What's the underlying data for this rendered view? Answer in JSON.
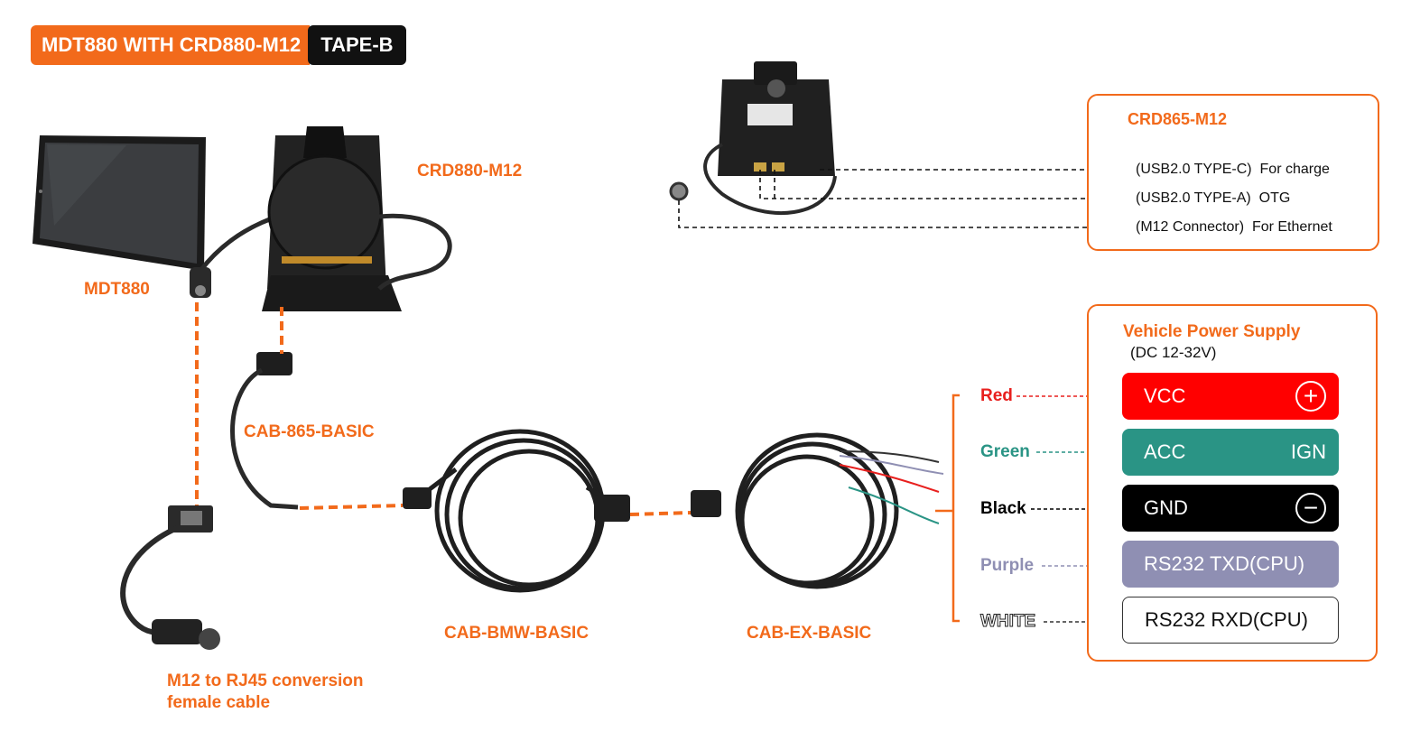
{
  "header": {
    "title": "MDT880 WITH CRD880-M12",
    "tag": "TAPE-B"
  },
  "devices": {
    "tablet": "MDT880",
    "cradle": "CRD880-M12",
    "cab865": "CAB-865-BASIC",
    "bmw": "CAB-BMW-BASIC",
    "ex": "CAB-EX-BASIC",
    "m12_line1": "M12 to RJ45 conversion",
    "m12_line2": "female cable"
  },
  "crd865": {
    "title": "CRD865-M12",
    "ports": [
      {
        "name": "(USB2.0 TYPE-C)",
        "desc": "For charge"
      },
      {
        "name": "(USB2.0 TYPE-A)",
        "desc": "OTG"
      },
      {
        "name": "(M12 Connector)",
        "desc": "For Ethernet"
      }
    ]
  },
  "power_supply": {
    "title": "Vehicle Power Supply",
    "subtitle": "(DC 12-32V)",
    "pins": [
      {
        "wire": "Red",
        "label": "VCC",
        "extra": "+",
        "color": "#ff0000",
        "wire_color": "#e8201e"
      },
      {
        "wire": "Green",
        "label": "ACC",
        "extra": "IGN",
        "color": "#2a9485",
        "wire_color": "#2a9485"
      },
      {
        "wire": "Black",
        "label": "GND",
        "extra": "−",
        "color": "#000000",
        "wire_color": "#000000"
      },
      {
        "wire": "Purple",
        "label": "RS232 TXD(CPU)",
        "extra": "",
        "color": "#8f8fb3",
        "wire_color": "#8f8fb3"
      },
      {
        "wire": "WHITE",
        "label": "RS232 RXD(CPU)",
        "extra": "",
        "color": "#ffffff",
        "wire_color": "#333333"
      }
    ]
  },
  "colors": {
    "accent": "#f26a1b",
    "dark": "#111111"
  }
}
